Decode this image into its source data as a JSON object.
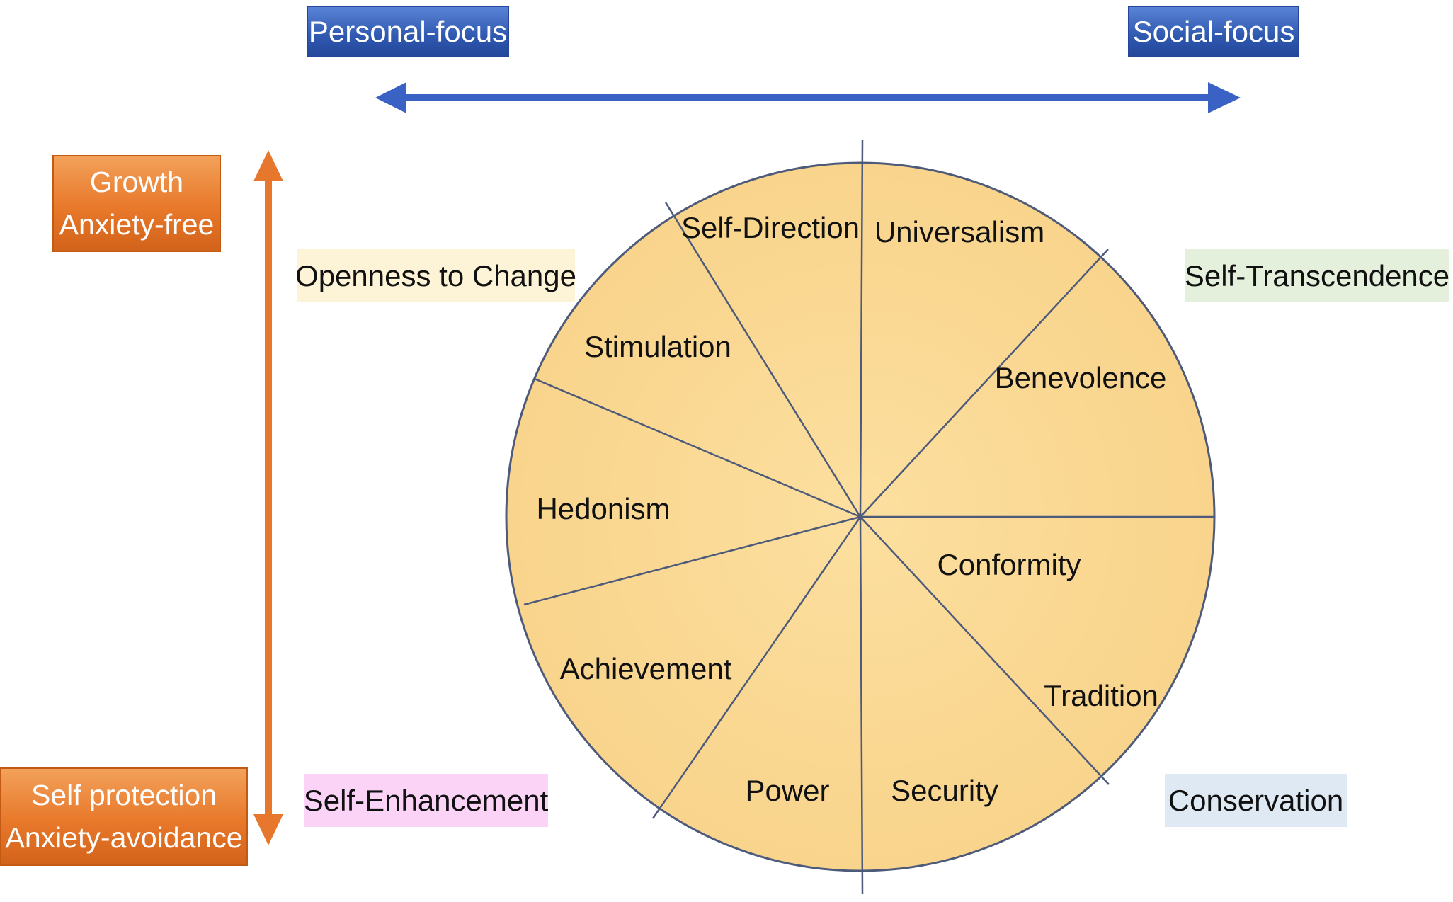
{
  "axes": {
    "horizontal": {
      "left_label": "Personal-focus",
      "right_label": "Social-focus",
      "color": "#3a62c4"
    },
    "vertical": {
      "top_label_line1": "Growth",
      "top_label_line2": "Anxiety-free",
      "bottom_label_line1": "Self protection",
      "bottom_label_line2": "Anxiety-avoidance",
      "color": "#e8772e"
    }
  },
  "categories": {
    "openness": {
      "label": "Openness to Change",
      "color": "#fdf3d6"
    },
    "transcendence": {
      "label": "Self-Transcendence",
      "color": "#e4f0dc"
    },
    "enhancement": {
      "label": "Self-Enhancement",
      "color": "#fbd3f7"
    },
    "conservation": {
      "label": "Conservation",
      "color": "#dee9f4"
    }
  },
  "circle": {
    "fill": "#fbd793",
    "stroke": "#4d5a7a",
    "values": {
      "self_direction": "Self-Direction",
      "universalism": "Universalism",
      "benevolence": "Benevolence",
      "conformity": "Conformity",
      "tradition": "Tradition",
      "security": "Security",
      "power": "Power",
      "achievement": "Achievement",
      "hedonism": "Hedonism",
      "stimulation": "Stimulation"
    }
  }
}
